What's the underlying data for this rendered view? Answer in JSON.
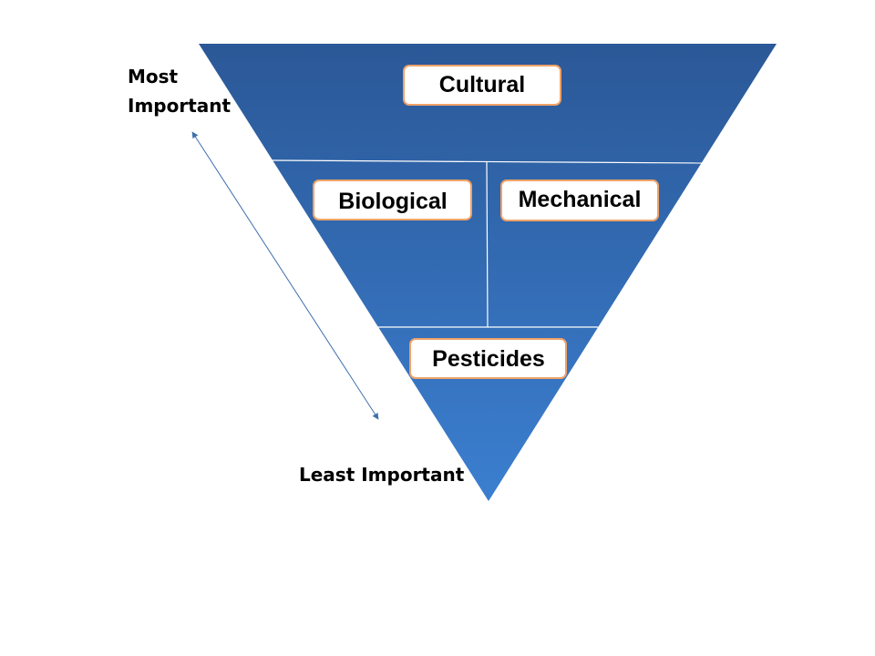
{
  "diagram": {
    "tiers": {
      "cultural": "Cultural",
      "biological": "Biological",
      "mechanical": "Mechanical",
      "pesticides": "Pesticides"
    },
    "scale": {
      "top_line1": "Most",
      "top_line2": "Important",
      "bottom": "Least Important"
    }
  },
  "colors": {
    "triangle_top": "#2b5897",
    "triangle_bottom": "#3b7fd0",
    "divider": "#ffffff",
    "box_border": "#f0a267",
    "box_fill": "#ffffff",
    "arrow": "#3e6fae"
  }
}
